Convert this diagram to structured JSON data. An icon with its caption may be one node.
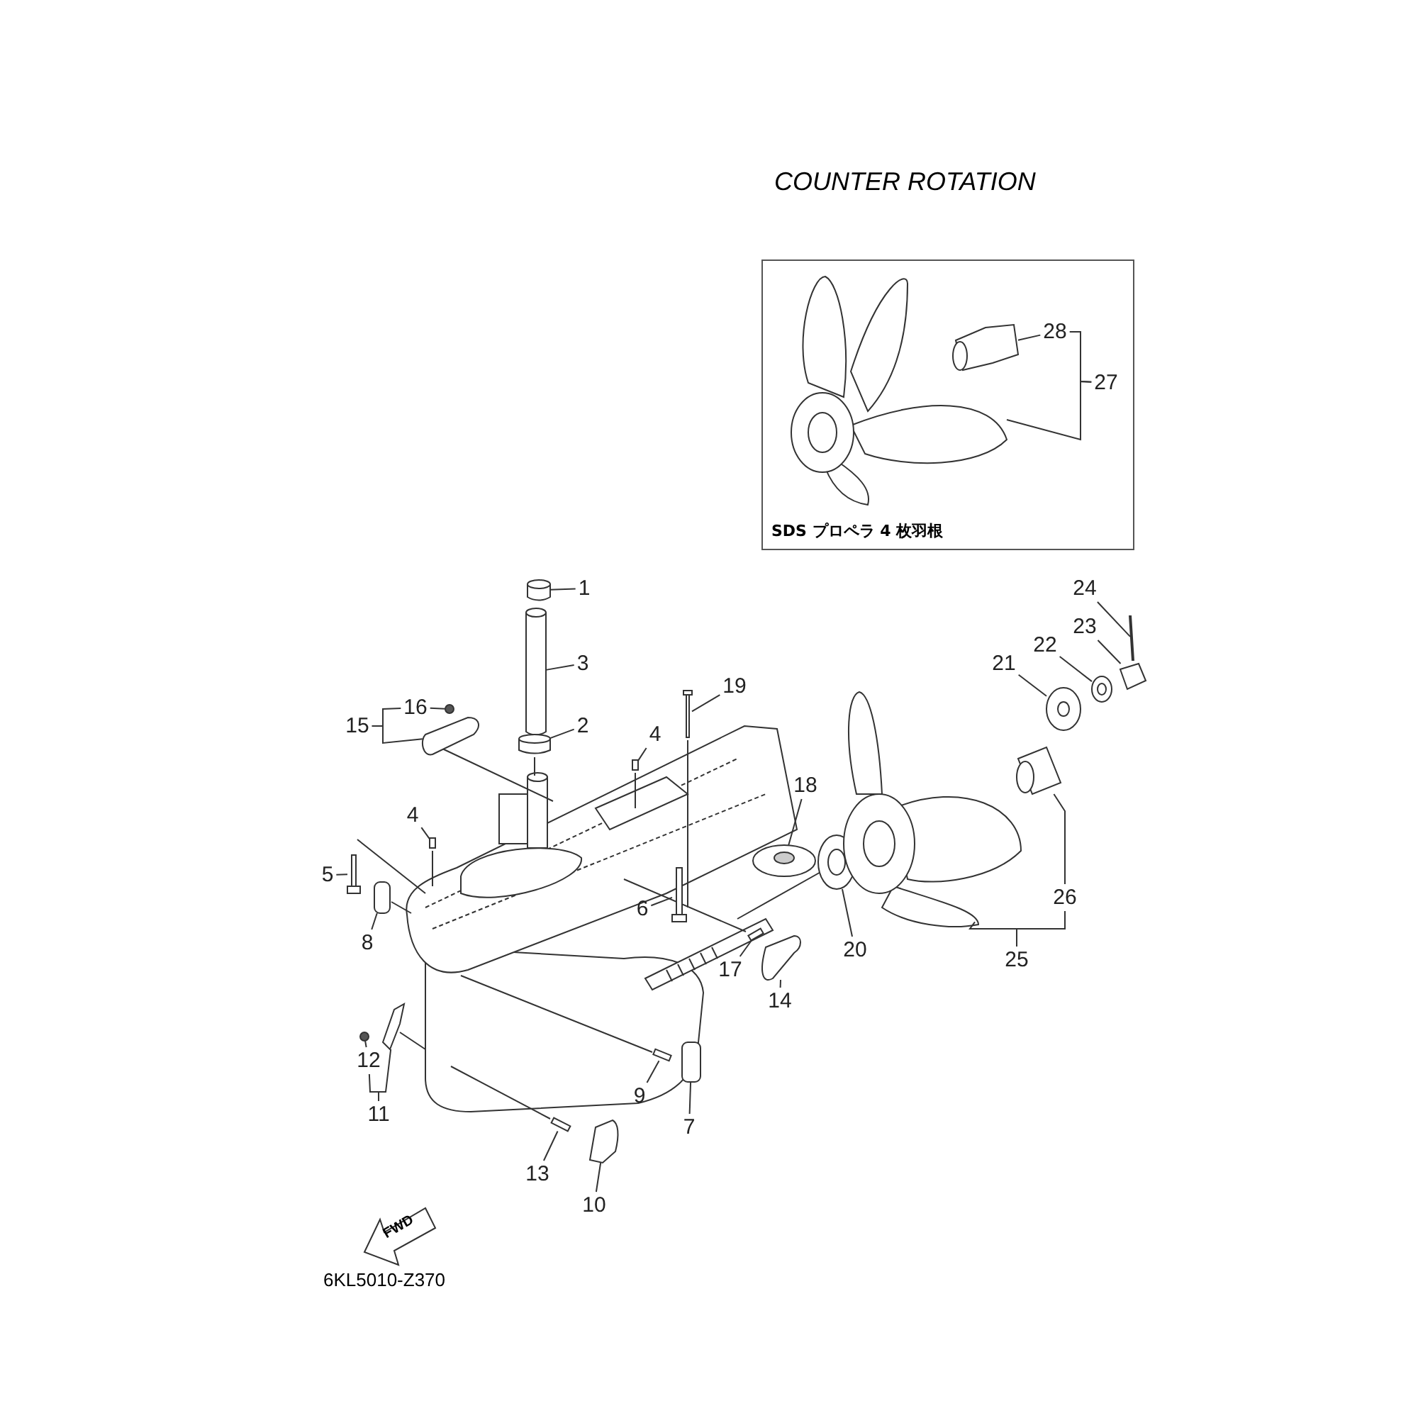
{
  "diagram": {
    "title": "COUNTER ROTATION",
    "nodes": [
      {
        "text": [
          "SDS プロペラ 4 枚羽根"
        ]
      },
      {
        "text": [
          "28"
        ],
        "in": 0
      },
      {
        "text": [
          "27"
        ],
        "in": 0
      },
      {
        "text": [
          "1"
        ]
      },
      {
        "text": [
          "24"
        ]
      },
      {
        "text": [
          "23"
        ]
      },
      {
        "text": [
          "22"
        ]
      },
      {
        "text": [
          "3"
        ]
      },
      {
        "text": [
          "21"
        ]
      },
      {
        "text": [
          "19"
        ]
      },
      {
        "text": [
          "16"
        ]
      },
      {
        "text": [
          "15"
        ]
      },
      {
        "text": [
          "2"
        ]
      },
      {
        "text": [
          "4"
        ]
      },
      {
        "text": [
          "18"
        ]
      },
      {
        "text": [
          "4"
        ]
      },
      {
        "text": [
          "5"
        ]
      },
      {
        "text": [
          "26"
        ]
      },
      {
        "text": [
          "6"
        ]
      },
      {
        "text": [
          "20"
        ]
      },
      {
        "text": [
          "8"
        ]
      },
      {
        "text": [
          "25"
        ]
      },
      {
        "text": [
          "17"
        ]
      },
      {
        "text": [
          "14"
        ]
      },
      {
        "text": [
          "12"
        ]
      },
      {
        "text": [
          "9"
        ]
      },
      {
        "text": [
          "11"
        ]
      },
      {
        "text": [
          "7"
        ]
      },
      {
        "text": [
          "13"
        ]
      },
      {
        "text": [
          "10"
        ]
      },
      {
        "text": [],
        "shape": "cylinder"
      },
      {
        "text": [],
        "shape": "cylinder"
      },
      {
        "text": [],
        "shape": "picture"
      },
      {
        "text": [],
        "shape": "picture"
      },
      {
        "text": [],
        "shape": "picture"
      },
      {
        "text": [],
        "shape": "picture"
      },
      {
        "text": [],
        "shape": "picture"
      },
      {
        "text": [],
        "shape": "circle"
      },
      {
        "text": [],
        "shape": "picture"
      },
      {
        "text": [],
        "shape": "cylinder"
      },
      {
        "text": [],
        "shape": "box"
      },
      {
        "text": [],
        "shape": "picture"
      },
      {
        "text": [],
        "shape": "box"
      },
      {
        "text": [],
        "shape": "picture"
      },
      {
        "text": [],
        "shape": "picture"
      },
      {
        "text": [],
        "shape": "picture"
      },
      {
        "text": [],
        "shape": "picture"
      },
      {
        "text": [],
        "shape": "box"
      },
      {
        "text": [],
        "shape": "picture"
      },
      {
        "text": [],
        "shape": "bar"
      },
      {
        "text": [],
        "shape": "picture"
      },
      {
        "text": [],
        "shape": "circle"
      },
      {
        "text": [],
        "shape": "picture"
      },
      {
        "text": [],
        "shape": "bar"
      },
      {
        "text": [],
        "shape": "box"
      },
      {
        "text": [],
        "shape": "bar"
      },
      {
        "text": [],
        "shape": "picture"
      },
      {
        "text": [],
        "shape": "picture",
        "in": 0
      },
      {
        "text": [],
        "shape": "picture",
        "in": 0
      }
    ],
    "edges": [
      {
        "from": 1,
        "to": 58,
        "arrow": "none"
      },
      {
        "from": 2,
        "to": 1,
        "arrow": "none"
      },
      {
        "from": 2,
        "to": 57,
        "arrow": "none"
      },
      {
        "from": 3,
        "to": 30,
        "arrow": "none"
      },
      {
        "from": 4,
        "to": 32,
        "arrow": "none"
      },
      {
        "from": 5,
        "to": 33,
        "arrow": "none"
      },
      {
        "from": 6,
        "to": 34,
        "arrow": "none"
      },
      {
        "from": 7,
        "to": 31,
        "arrow": "none"
      },
      {
        "from": 8,
        "to": 35,
        "arrow": "none"
      },
      {
        "from": 9,
        "to": 36,
        "arrow": "none"
      },
      {
        "from": 10,
        "to": 37,
        "arrow": "none"
      },
      {
        "from": 11,
        "to": 10,
        "arrow": "none"
      },
      {
        "from": 11,
        "to": 38,
        "arrow": "none"
      },
      {
        "from": 12,
        "to": 39,
        "arrow": "none"
      },
      {
        "from": 13,
        "to": 40,
        "arrow": "none"
      },
      {
        "from": 14,
        "to": 41,
        "arrow": "none"
      },
      {
        "from": 15,
        "to": 42,
        "arrow": "none"
      },
      {
        "from": 16,
        "to": 43,
        "arrow": "none"
      },
      {
        "from": 17,
        "to": 44,
        "arrow": "none"
      },
      {
        "from": 18,
        "to": 45,
        "arrow": "none"
      },
      {
        "from": 19,
        "to": 46,
        "arrow": "none"
      },
      {
        "from": 20,
        "to": 47,
        "arrow": "none"
      },
      {
        "from": 21,
        "to": 17,
        "arrow": "none"
      },
      {
        "from": 21,
        "to": 48,
        "arrow": "none"
      },
      {
        "from": 22,
        "to": 49,
        "arrow": "none"
      },
      {
        "from": 23,
        "to": 50,
        "arrow": "none"
      },
      {
        "from": 24,
        "to": 51,
        "arrow": "none"
      },
      {
        "from": 25,
        "to": 53,
        "arrow": "none"
      },
      {
        "from": 26,
        "to": 24,
        "arrow": "none"
      },
      {
        "from": 26,
        "to": 52,
        "arrow": "none"
      },
      {
        "from": 27,
        "to": 54,
        "arrow": "none"
      },
      {
        "from": 28,
        "to": 55,
        "arrow": "none"
      },
      {
        "from": 29,
        "to": 56,
        "arrow": "none"
      }
    ],
    "labels": [
      "FWD",
      "6KL5010-Z370"
    ]
  }
}
